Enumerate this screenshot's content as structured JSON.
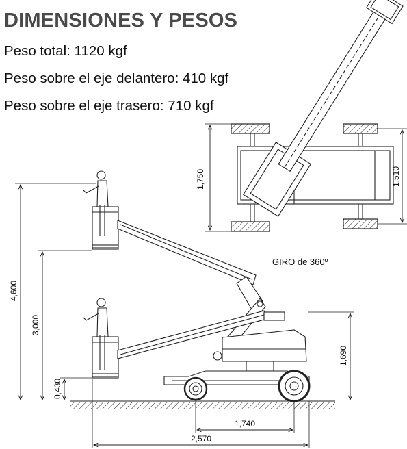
{
  "title": "DIMENSIONES Y PESOS",
  "specs": [
    "Peso total: 1120 kgf",
    "Peso sobre el eje delantero: 410 kgf",
    "Peso sobre el eje trasero: 710 kgf"
  ],
  "top_view": {
    "width_label": "1,750",
    "track_label": "1,510",
    "rotation_label": "GIRO de 360º"
  },
  "side_view": {
    "max_height_label": "4,600",
    "mid_height_label": "3,000",
    "floor_height_label": "0,430",
    "machine_height_label": "1,690",
    "wheelbase_label": "1,740",
    "overall_length_label": "2,570"
  }
}
